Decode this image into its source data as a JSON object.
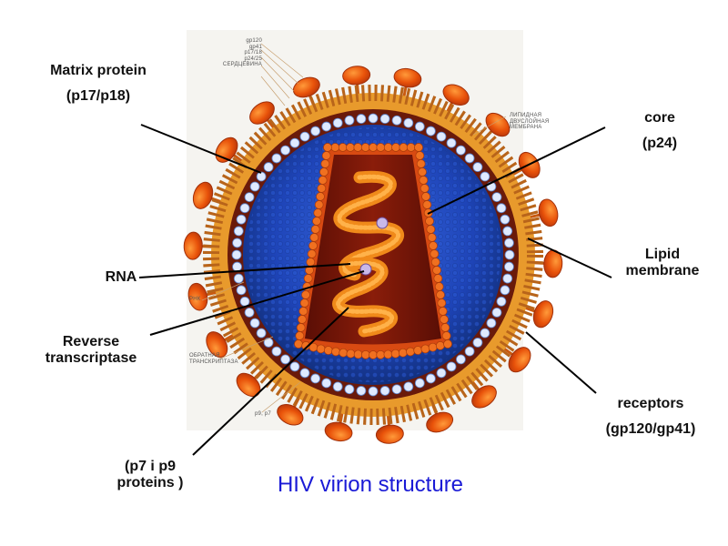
{
  "title": "HIV virion structure",
  "labels": {
    "matrix_line1": "Matrix protein",
    "matrix_line2": "(p17/p18)",
    "core_line1": "core",
    "core_line2": "(p24)",
    "rna": "RNA",
    "rt_line1": "Reverse",
    "rt_line2": "transcriptase",
    "lipid_line1": "Lipid",
    "lipid_line2": "membrane",
    "receptors_line1": "receptors",
    "receptors_line2": "(gp120/gp41)",
    "p7p9_line1": "(p7 i p9",
    "p7p9_line2": "proteins )"
  },
  "figure_text": {
    "top_left": [
      "gp120",
      "gp41",
      "p17/18",
      "p24/25",
      "СЕРДЦЕВИНА"
    ],
    "lipid": [
      "ЛИПИДНАЯ",
      "ДВУСЛОЙНАЯ",
      "МЕМБРАНА"
    ],
    "rnk": "РНК",
    "rt": [
      "ОБРАТНАЯ",
      "ТРАНСКРИПТАЗА"
    ],
    "p9p7": "p9, p7"
  },
  "colors": {
    "title": "#1a1ad6",
    "knob": "#e8520a",
    "membrane": "#e89a2c",
    "interior": "#1e44b8",
    "core": "#7a1608",
    "rna": "#f08a1a"
  }
}
